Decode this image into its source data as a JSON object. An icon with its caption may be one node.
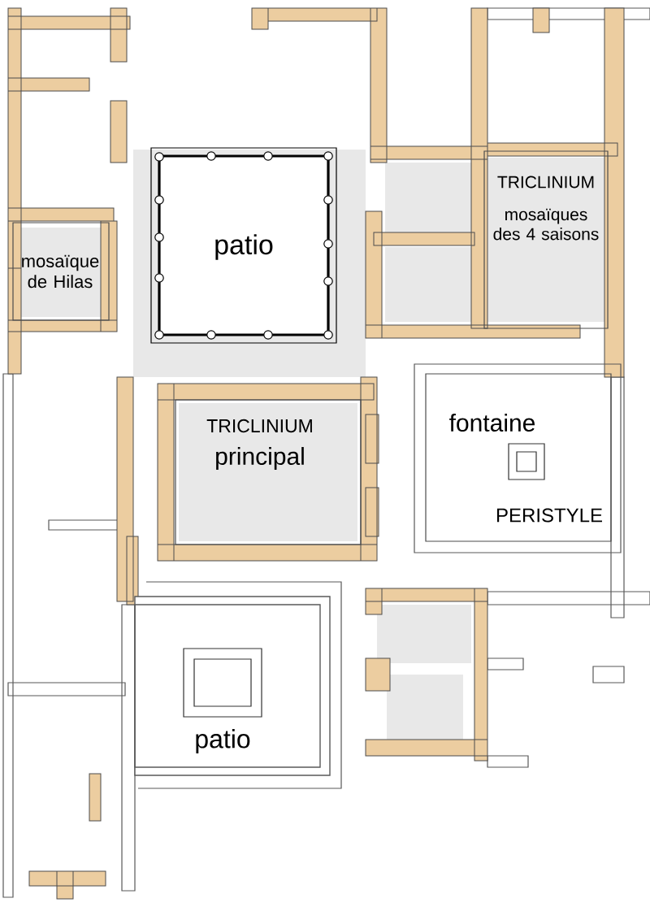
{
  "diagram": {
    "nodes": [
      {
        "text": [
          "mosaïque de Hilas"
        ]
      },
      {
        "text": [
          "patio"
        ]
      },
      {
        "text": [
          "TRICLINIUM",
          "mosaïques des 4 saisons"
        ]
      },
      {
        "text": [
          "TRICLINIUM",
          "principal"
        ]
      },
      {
        "text": [
          "fontaine",
          "PERISTYLE"
        ]
      },
      {
        "text": [
          "patio"
        ]
      }
    ]
  }
}
